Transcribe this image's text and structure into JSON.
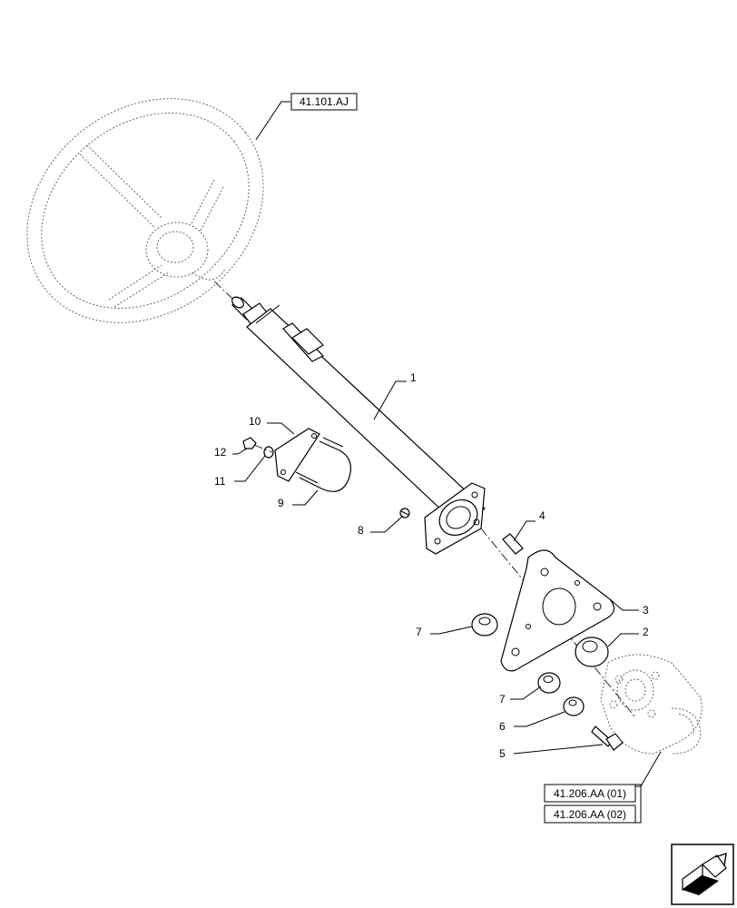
{
  "refs": {
    "steering_wheel": "41.101.AJ",
    "steering_unit_1": "41.206.AA (01)",
    "steering_unit_2": "41.206.AA (02)"
  },
  "callouts": {
    "c1": "1",
    "c2": "2",
    "c3": "3",
    "c4": "4",
    "c5": "5",
    "c6": "6",
    "c7a": "7",
    "c7b": "7",
    "c8": "8",
    "c9": "9",
    "c10": "10",
    "c11": "11",
    "c12": "12"
  },
  "icons": {
    "nav": "next-page-arrow-icon"
  }
}
